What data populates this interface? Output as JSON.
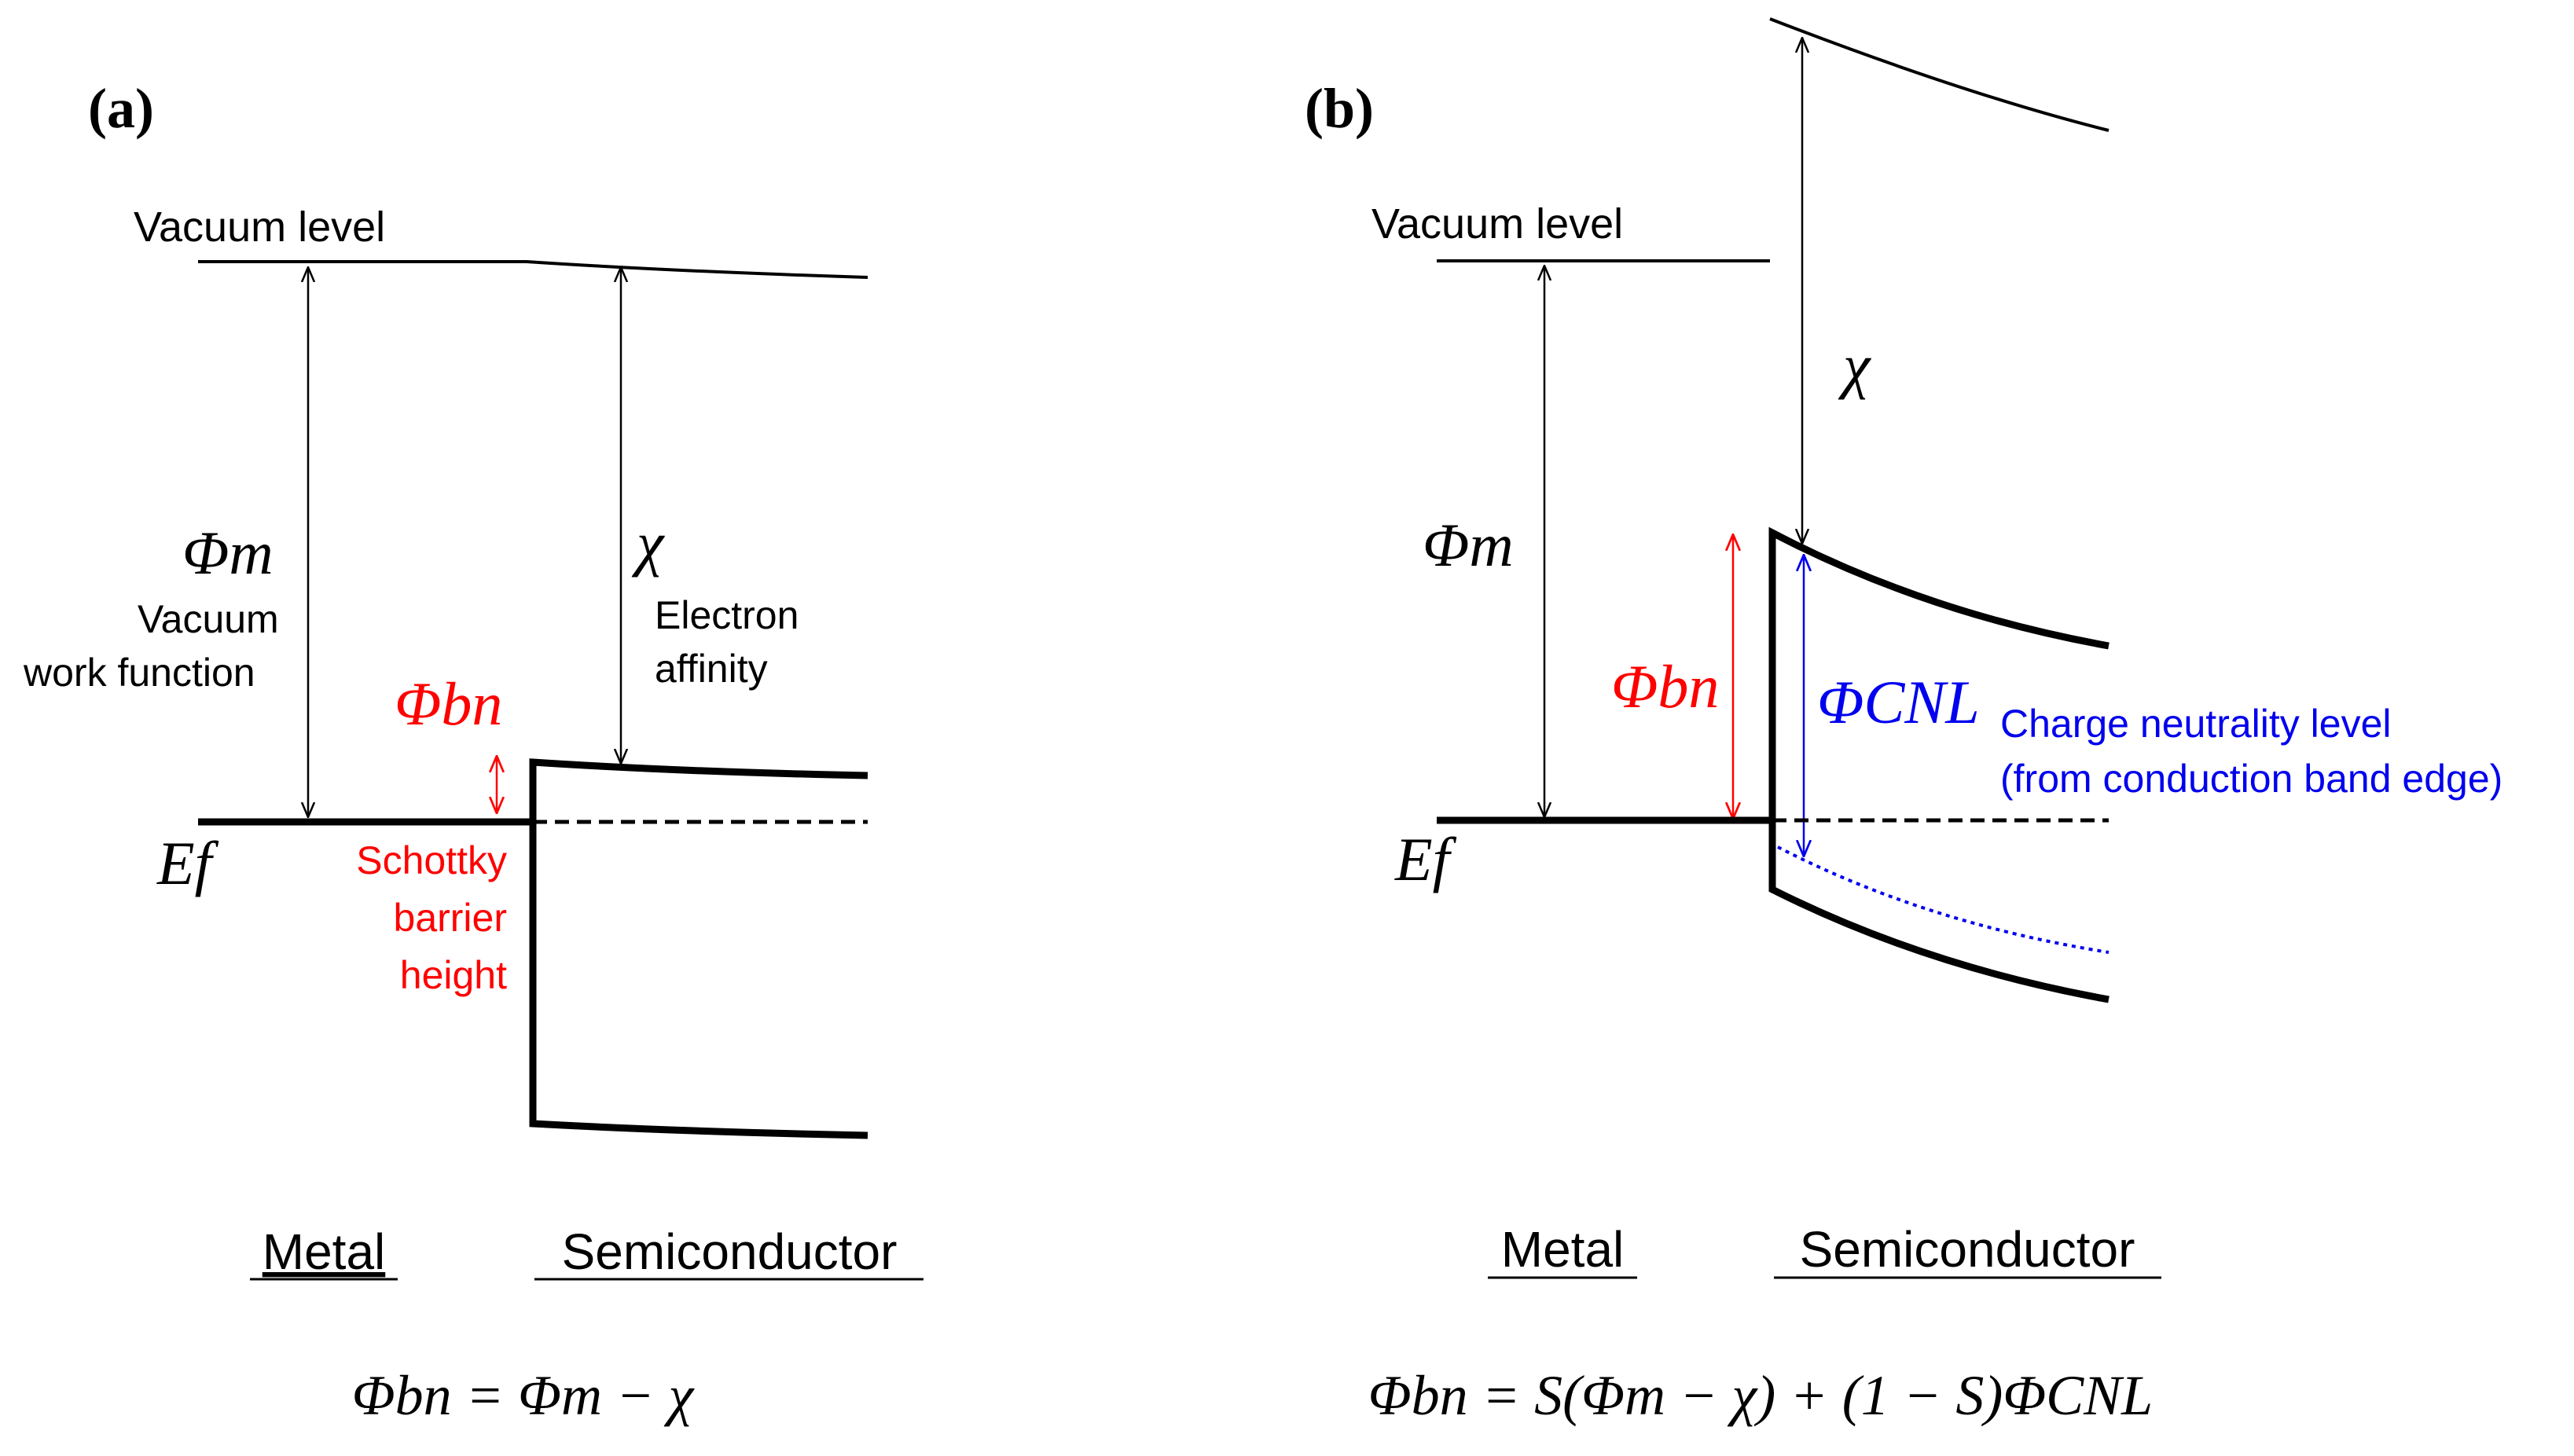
{
  "panel_a": {
    "panel_label": "(a)",
    "vacuum_level": "Vacuum level",
    "phi_m": "Φm",
    "phi_m_caption_line1": "Vacuum",
    "phi_m_caption_line2": "work function",
    "chi": "χ",
    "chi_caption_line1": "Electron",
    "chi_caption_line2": "affinity",
    "phi_bn": "Φbn",
    "ef": "Ef",
    "schottky_line1": "Schottky",
    "schottky_line2": "barrier",
    "schottky_line3": "height",
    "metal": "Metal",
    "semiconductor": "Semiconductor",
    "equation": "Φbn = Φm − χ"
  },
  "panel_b": {
    "panel_label": "(b)",
    "vacuum_level": "Vacuum level",
    "chi": "χ",
    "phi_m": "Φm",
    "phi_bn": "Φbn",
    "phi_cnl": "ΦCNL",
    "cnl_caption_line1": "Charge neutrality level",
    "cnl_caption_line2": "(from conduction band edge)",
    "ef": "Ef",
    "metal": "Metal",
    "semiconductor": "Semiconductor",
    "equation": "Φbn = S(Φm − χ) + (1 − S)ΦCNL"
  },
  "colors": {
    "black": "#000000",
    "red": "#ff0000",
    "blue": "#0000ee"
  }
}
